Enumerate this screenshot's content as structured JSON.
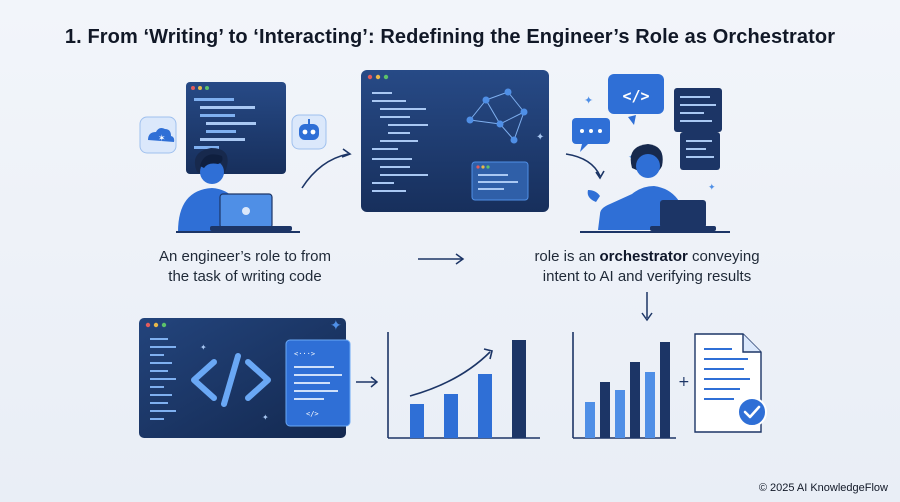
{
  "title": "1.  From ‘Writing’ to ‘Interacting’: Redefining the Engineer’s Role as Orchestrator",
  "captions": {
    "left_line1": "An engineer’s role to from",
    "left_line2": "the task of writing code",
    "right_pre": "role is an ",
    "right_bold": "orchestrator",
    "right_post": " conveying",
    "right_line2": "intent to AI and verifying results"
  },
  "copyright": "© 2025 AI KnowledgeFlow",
  "icons": [
    "cloud-ai-icon",
    "robot-icon",
    "code-brackets-icon",
    "chat-bubble-icon",
    "document-icon",
    "checkmark-icon",
    "sparkle-icon"
  ],
  "colors": {
    "accent_blue": "#2f6fd6",
    "navy": "#1c3566",
    "light_blue": "#4f8fe6",
    "background": "#eef2f8"
  }
}
